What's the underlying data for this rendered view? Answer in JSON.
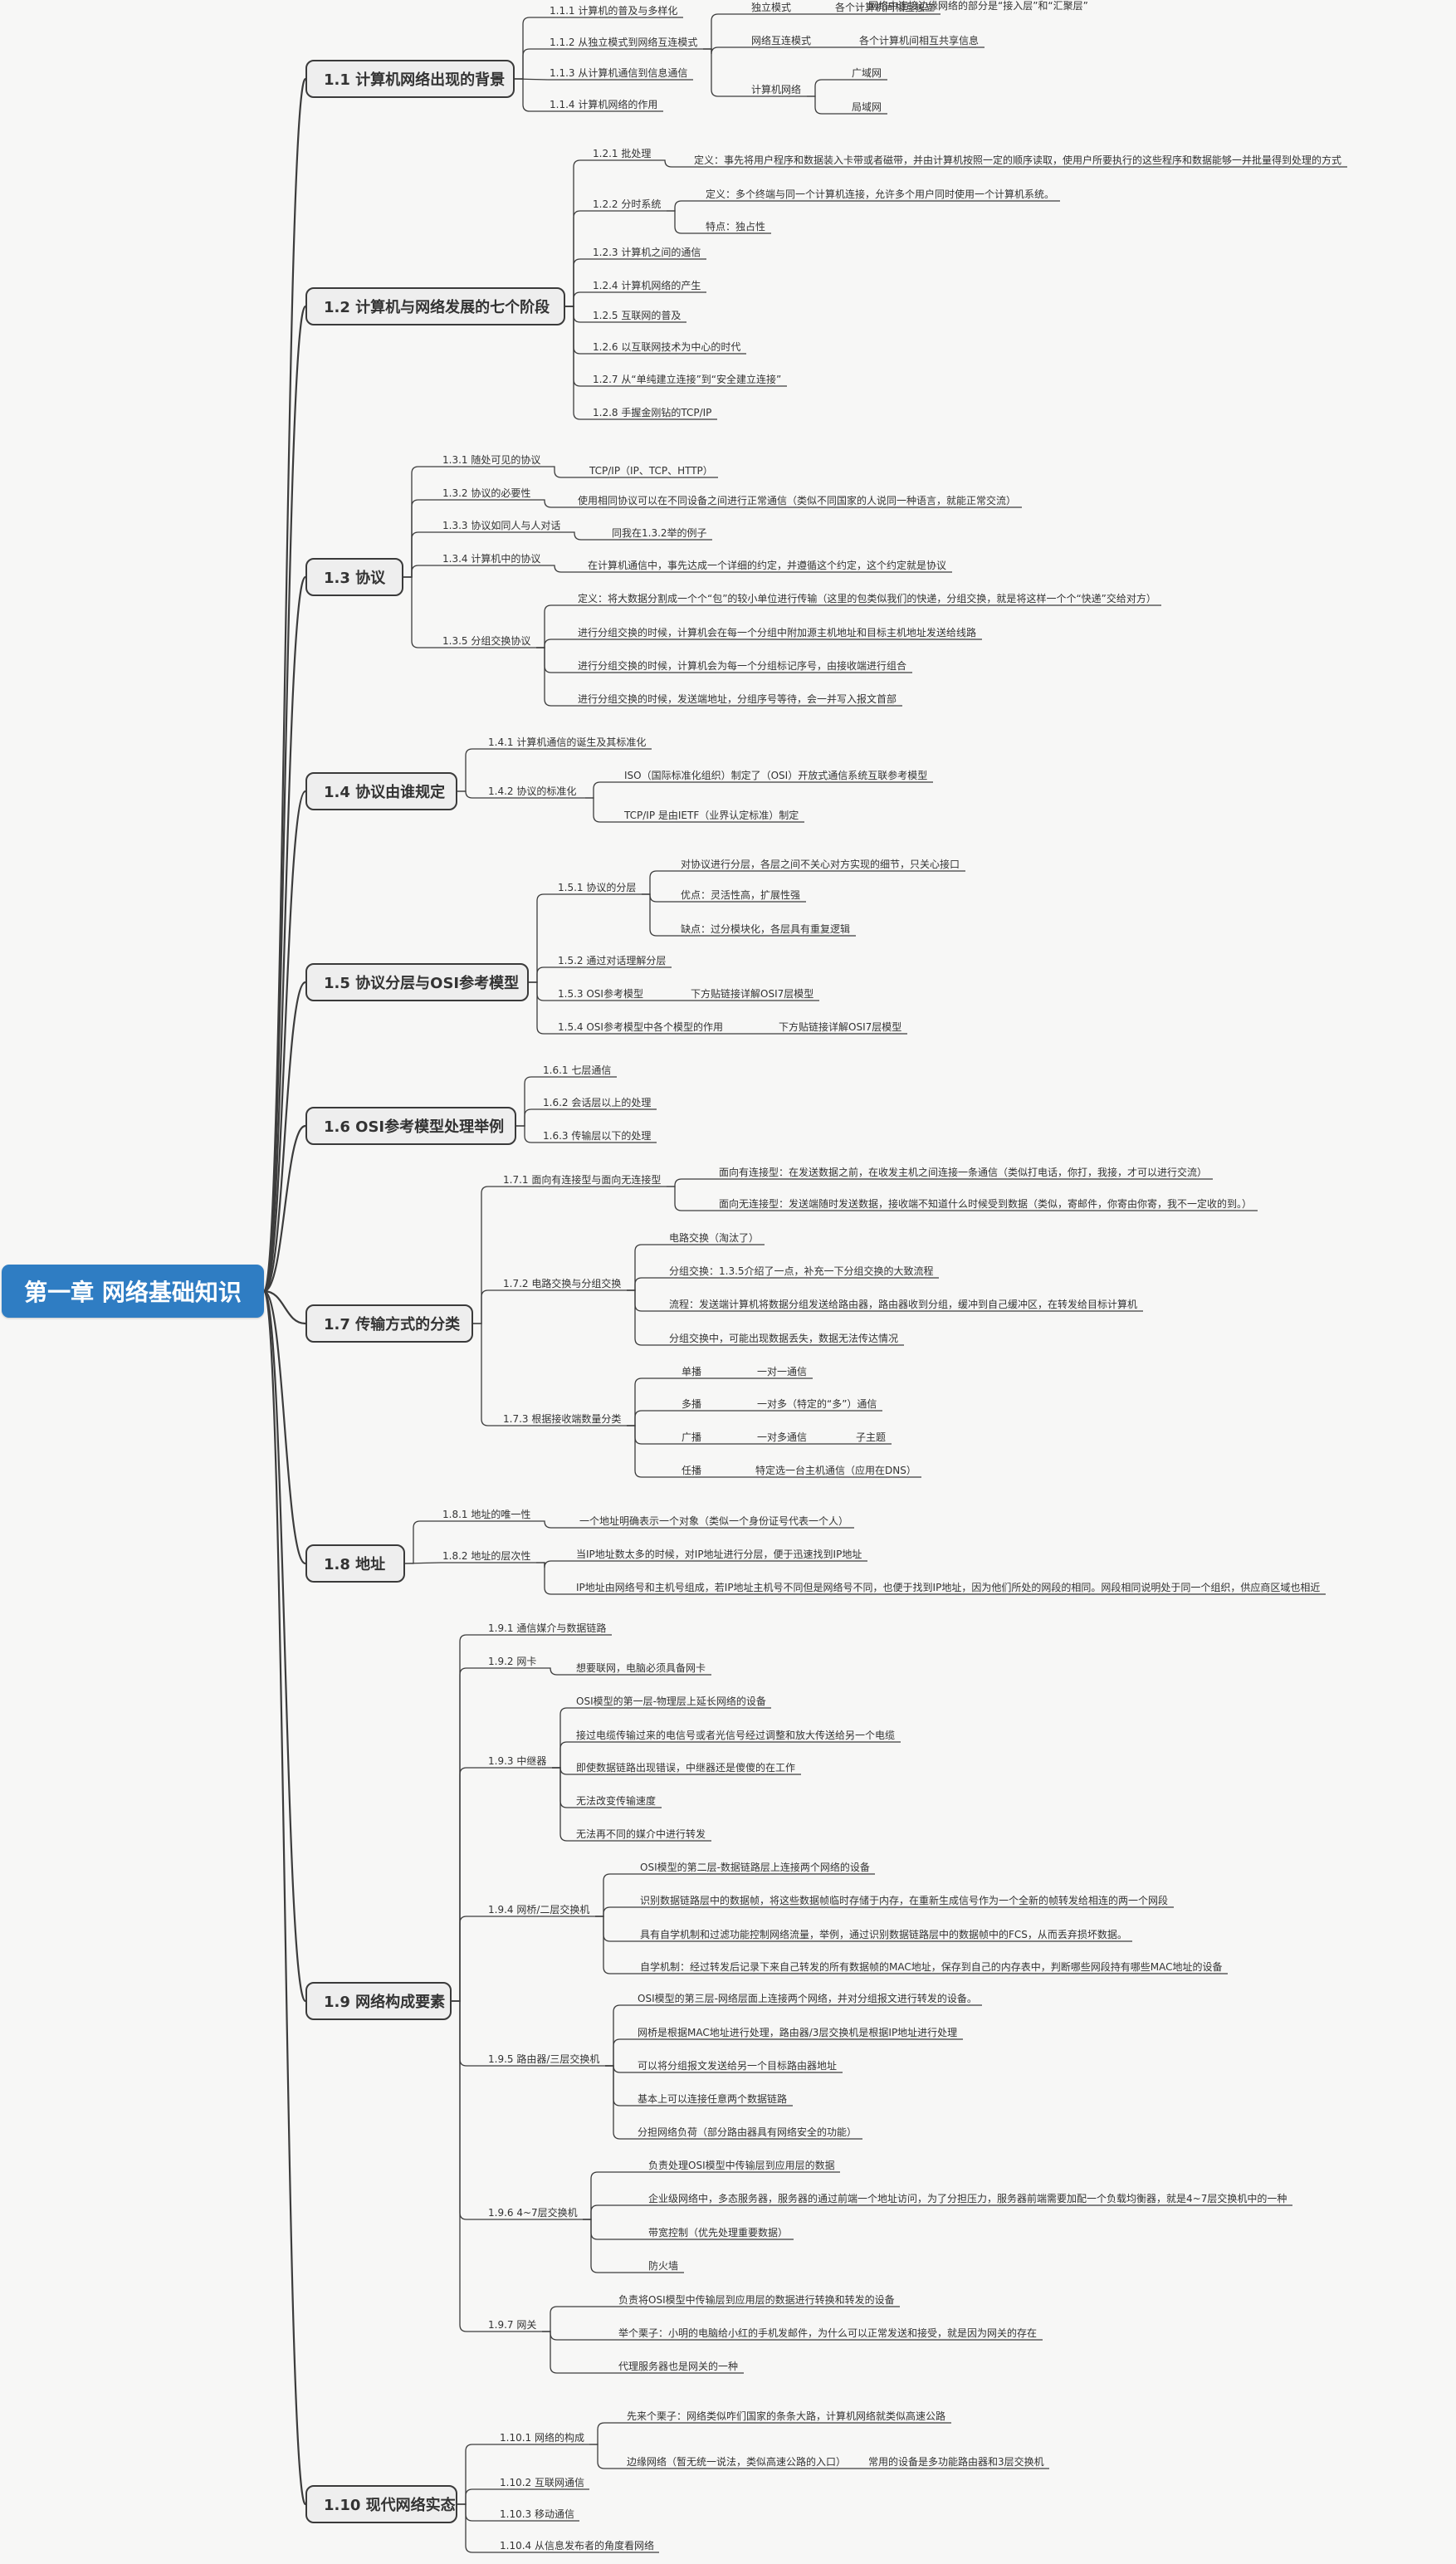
{
  "root": "第一章 网络基础知识",
  "sections": [
    {
      "title": "1.1 计算机网络出现的背景",
      "items": [
        {
          "label": "1.1.1 计算机的普及与多样化"
        },
        {
          "label": "1.1.2 从独立模式到网络互连模式",
          "children": [
            {
              "label": "独立模式",
              "children": [
                {
                  "label": "各个计算机间相互独立"
                }
              ]
            },
            {
              "label": "网络互连模式",
              "children": [
                {
                  "label": "各个计算机间相互共享信息"
                }
              ]
            },
            {
              "label": "计算机网络",
              "children": [
                {
                  "label": "广域网"
                },
                {
                  "label": "局域网"
                }
              ]
            }
          ]
        },
        {
          "label": "1.1.3 从计算机通信到信息通信"
        },
        {
          "label": "1.1.4 计算机网络的作用"
        }
      ]
    },
    {
      "title": "1.2 计算机与网络发展的七个阶段",
      "items": [
        {
          "label": "1.2.1 批处理",
          "children": [
            {
              "label": "定义：事先将用户程序和数据装入卡带或者磁带，并由计算机按照一定的顺序读取，使用户所要执行的这些程序和数据能够一并批量得到处理的方式"
            }
          ]
        },
        {
          "label": "1.2.2 分时系统",
          "children": [
            {
              "label": "定义：多个终端与同一个计算机连接，允许多个用户同时使用一个计算机系统。"
            },
            {
              "label": "特点：独占性"
            }
          ]
        },
        {
          "label": "1.2.3 计算机之间的通信"
        },
        {
          "label": "1.2.4 计算机网络的产生"
        },
        {
          "label": "1.2.5 互联网的普及"
        },
        {
          "label": "1.2.6 以互联网技术为中心的时代"
        },
        {
          "label": "1.2.7 从“单纯建立连接”到“安全建立连接”"
        },
        {
          "label": "1.2.8 手握金刚钻的TCP/IP"
        }
      ]
    },
    {
      "title": "1.3 协议",
      "items": [
        {
          "label": "1.3.1 随处可见的协议",
          "children": [
            {
              "label": "TCP/IP（IP、TCP、HTTP）"
            }
          ]
        },
        {
          "label": "1.3.2 协议的必要性",
          "children": [
            {
              "label": "使用相同协议可以在不同设备之间进行正常通信（类似不同国家的人说同一种语言，就能正常交流）"
            }
          ]
        },
        {
          "label": "1.3.3 协议如同人与人对话",
          "children": [
            {
              "label": "同我在1.3.2举的例子"
            }
          ]
        },
        {
          "label": "1.3.4 计算机中的协议",
          "children": [
            {
              "label": "在计算机通信中，事先达成一个详细的约定，并遵循这个约定，这个约定就是协议"
            }
          ]
        },
        {
          "label": "1.3.5 分组交换协议",
          "children": [
            {
              "label": "定义：将大数据分割成一个个“包”的较小单位进行传输（这里的包类似我们的快递，分组交换，就是将这样一个个“快递”交给对方）"
            },
            {
              "label": "进行分组交换的时候，计算机会在每一个分组中附加源主机地址和目标主机地址发送给线路"
            },
            {
              "label": "进行分组交换的时候，计算机会为每一个分组标记序号，由接收端进行组合"
            },
            {
              "label": "进行分组交换的时候，发送端地址，分组序号等待，会一并写入报文首部"
            }
          ]
        }
      ]
    },
    {
      "title": "1.4 协议由谁规定",
      "items": [
        {
          "label": "1.4.1 计算机通信的诞生及其标准化"
        },
        {
          "label": "1.4.2  协议的标准化",
          "children": [
            {
              "label": "ISO（国际标准化组织）制定了（OSI）开放式通信系统互联参考模型"
            },
            {
              "label": "TCP/IP 是由IETF（业界认定标准）制定"
            }
          ]
        }
      ]
    },
    {
      "title": "1.5 协议分层与OSI参考模型",
      "items": [
        {
          "label": "1.5.1 协议的分层",
          "children": [
            {
              "label": "对协议进行分层，各层之间不关心对方实现的细节，只关心接口"
            },
            {
              "label": "优点：灵活性高，扩展性强"
            },
            {
              "label": "缺点：过分模块化，各层具有重复逻辑"
            }
          ]
        },
        {
          "label": "1.5.2 通过对话理解分层"
        },
        {
          "label": "1.5.3 OSI参考模型",
          "children": [
            {
              "label": "下方贴链接详解OSI7层模型"
            }
          ]
        },
        {
          "label": "1.5.4 OSI参考模型中各个模型的作用",
          "children": [
            {
              "label": "下方贴链接详解OSI7层模型"
            }
          ]
        }
      ]
    },
    {
      "title": "1.6 OSI参考模型处理举例",
      "items": [
        {
          "label": "1.6.1 七层通信"
        },
        {
          "label": "1.6.2 会话层以上的处理"
        },
        {
          "label": "1.6.3 传输层以下的处理"
        }
      ]
    },
    {
      "title": "1.7 传输方式的分类",
      "items": [
        {
          "label": "1.7.1 面向有连接型与面向无连接型",
          "children": [
            {
              "label": "面向有连接型：在发送数据之前，在收发主机之间连接一条通信（类似打电话，你打，我接，才可以进行交流）"
            },
            {
              "label": "面向无连接型：发送端随时发送数据，接收端不知道什么时候受到数据（类似，寄邮件，你寄由你寄，我不一定收的到。）"
            }
          ]
        },
        {
          "label": "1.7.2 电路交换与分组交换",
          "children": [
            {
              "label": "电路交换（淘汰了）"
            },
            {
              "label": "分组交换：1.3.5介绍了一点，补充一下分组交换的大致流程"
            },
            {
              "label": "流程：发送端计算机将数据分组发送给路由器，路由器收到分组，缓冲到自己缓冲区，在转发给目标计算机"
            },
            {
              "label": "分组交换中，可能出现数据丢失，数据无法传达情况"
            }
          ]
        },
        {
          "label": "1.7.3 根据接收端数量分类",
          "children": [
            {
              "label": "单播",
              "children": [
                {
                  "label": "一对一通信"
                }
              ]
            },
            {
              "label": "多播",
              "children": [
                {
                  "label": "一对多（特定的“多”）通信"
                }
              ]
            },
            {
              "label": "广播",
              "children": [
                {
                  "label": "一对多通信",
                  "children": [
                    {
                      "label": "子主题"
                    }
                  ]
                }
              ]
            },
            {
              "label": "任播",
              "children": [
                {
                  "label": "特定选一台主机通信（应用在DNS）"
                }
              ]
            }
          ]
        }
      ]
    },
    {
      "title": "1.8 地址",
      "items": [
        {
          "label": "1.8.1 地址的唯一性",
          "children": [
            {
              "label": "一个地址明确表示一个对象（类似一个身份证号代表一个人）"
            }
          ]
        },
        {
          "label": "1.8.2 地址的层次性",
          "children": [
            {
              "label": "当IP地址数太多的时候，对IP地址进行分层，便于迅速找到IP地址"
            },
            {
              "label": "IP地址由网络号和主机号组成，若IP地址主机号不同但是网络号不同，也便于找到IP地址，因为他们所处的网段的相同。网段相同说明处于同一个组织，供应商区域也相近"
            }
          ]
        }
      ]
    },
    {
      "title": "1.9 网络构成要素",
      "items": [
        {
          "label": "1.9.1 通信媒介与数据链路"
        },
        {
          "label": "1.9.2 网卡",
          "children": [
            {
              "label": "想要联网，电脑必须具备网卡"
            }
          ]
        },
        {
          "label": "1.9.3 中继器",
          "children": [
            {
              "label": "OSI模型的第一层-物理层上延长网络的设备"
            },
            {
              "label": "接过电缆传输过来的电信号或者光信号经过调整和放大传送给另一个电缆"
            },
            {
              "label": "即使数据链路出现错误，中继器还是傻傻的在工作"
            },
            {
              "label": "无法改变传输速度"
            },
            {
              "label": "无法再不同的媒介中进行转发"
            }
          ]
        },
        {
          "label": "1.9.4 网桥/二层交换机",
          "children": [
            {
              "label": "OSI模型的第二层-数据链路层上连接两个网络的设备"
            },
            {
              "label": "识别数据链路层中的数据帧，将这些数据帧临时存储于内存，在重新生成信号作为一个全新的帧转发给相连的两一个网段"
            },
            {
              "label": "具有自学机制和过滤功能控制网络流量，举例，通过识别数据链路层中的数据帧中的FCS，从而丢弃损坏数据。"
            },
            {
              "label": "自学机制：经过转发后记录下来自己转发的所有数据帧的MAC地址，保存到自己的内存表中，判断哪些网段持有哪些MAC地址的设备"
            }
          ]
        },
        {
          "label": "1.9.5 路由器/三层交换机",
          "children": [
            {
              "label": "OSI模型的第三层-网络层面上连接两个网络，并对分组报文进行转发的设备。"
            },
            {
              "label": "网桥是根据MAC地址进行处理，路由器/3层交换机是根据IP地址进行处理"
            },
            {
              "label": "可以将分组报文发送给另一个目标路由器地址"
            },
            {
              "label": "基本上可以连接任意两个数据链路"
            },
            {
              "label": "分担网络负荷（部分路由器具有网络安全的功能）"
            }
          ]
        },
        {
          "label": "1.9.6 4~7层交换机",
          "children": [
            {
              "label": "负责处理OSI模型中传输层到应用层的数据"
            },
            {
              "label": "企业级网络中，多态服务器，服务器的通过前端一个地址访问，为了分担压力，服务器前端需要加配一个负载均衡器，就是4~7层交换机中的一种"
            },
            {
              "label": "带宽控制（优先处理重要数据）"
            },
            {
              "label": "防火墙"
            }
          ]
        },
        {
          "label": "1.9.7 网关",
          "children": [
            {
              "label": "负责将OSI模型中传输层到应用层的数据进行转换和转发的设备"
            },
            {
              "label": "举个栗子：小明的电脑给小红的手机发邮件，为什么可以正常发送和接受，就是因为网关的存在"
            },
            {
              "label": "代理服务器也是网关的一种"
            }
          ]
        }
      ]
    },
    {
      "title": "1.10 现代网络实态",
      "items": [
        {
          "label": "1.10.1 网络的构成",
          "children": [
            {
              "label": "先来个栗子：网络类似咋们国家的条条大路，计算机网络就类似高速公路"
            },
            {
              "label": "边缘网络（暂无统一说法，类似高速公路的入口）",
              "children": [
                {
                  "label": "常用的设备是多功能路由器和3层交换机"
                },
                {
                  "label": "网络中连接边缘网络的部分是“接入层”和“汇聚层”"
                }
              ]
            }
          ]
        },
        {
          "label": "1.10.2 互联网通信"
        },
        {
          "label": "1.10.3 移动通信"
        },
        {
          "label": "1.10.4 从信息发布者的角度看网络"
        }
      ]
    }
  ]
}
